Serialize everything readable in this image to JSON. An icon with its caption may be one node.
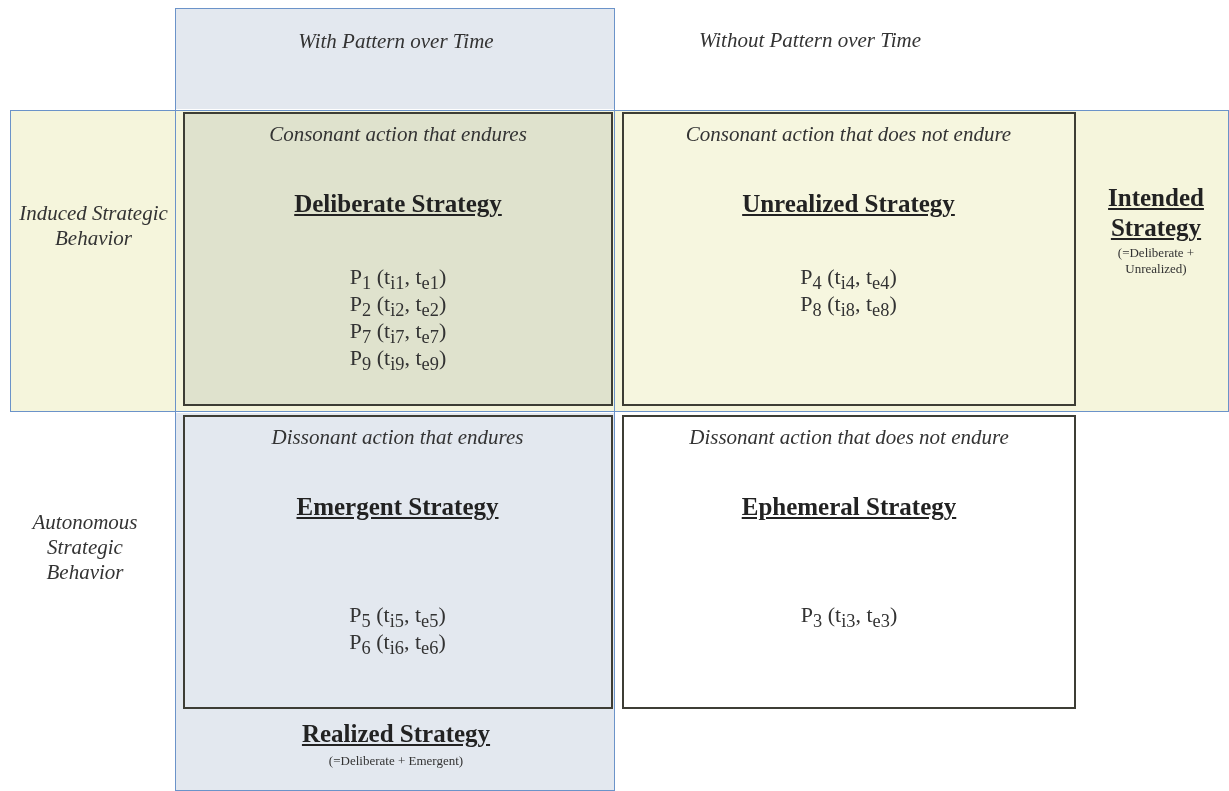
{
  "diagram": {
    "nodes": [
      {
        "text": [
          "With Pattern over Time",
          "Realized Strategy",
          "(=Deliberate + Emergent)"
        ]
      },
      {
        "text": [
          "Induced Strategic Behavior",
          "Intended Strategy",
          "(=Deliberate + Unrealized)"
        ]
      },
      {
        "text": [
          "Consonant action that endures",
          "Deliberate Strategy",
          "P$_{1}$ (t$_{i1}$, t$_{e1}$)",
          "P$_{2}$ (t$_{i2}$, t$_{e2}$)",
          "P$_{7}$ (t$_{i7}$, t$_{e7}$)",
          "P$_{9}$ (t$_{i9}$, t$_{e9}$)"
        ]
      },
      {
        "text": [
          "Consonant action that does not endure",
          "Unrealized Strategy",
          "P$_{4}$ (t$_{i4}$, t$_{e4}$)",
          "P$_{8}$ (t$_{i8}$, t$_{e8}$)"
        ],
        "in": 1
      },
      {
        "text": [
          "Dissonant action that endures",
          "Emergent Strategy",
          "P$_{5}$ (t$_{i5}$, t$_{e5}$)",
          "P$_{6}$ (t$_{i6}$, t$_{e6}$)"
        ],
        "in": 0
      },
      {
        "text": [
          "Dissonant action that does not endure",
          "Ephemeral Strategy",
          "P$_{3}$ (t$_{i3}$, t$_{e3}$)"
        ]
      }
    ],
    "edges": [],
    "labels": [
      "Without Pattern over Time",
      "Autonomous Strategic Behavior"
    ]
  }
}
